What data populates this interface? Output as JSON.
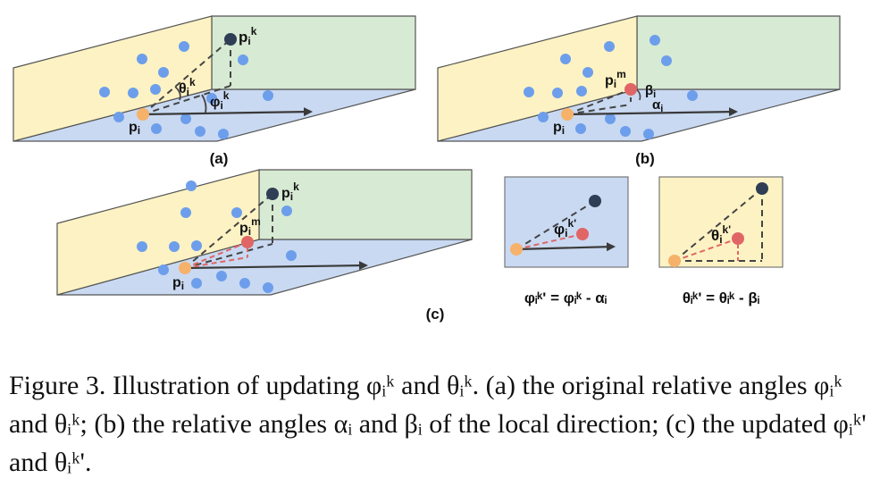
{
  "figure": {
    "panel_a": {
      "label": "(a)",
      "p_i": "p",
      "p_i_sub": "i",
      "p_ik_base": "p",
      "p_ik_sub": "i",
      "p_ik_sup": "k",
      "theta_base": "θ",
      "theta_sub": "i",
      "theta_sup": "k",
      "phi_base": "φ",
      "phi_sub": "i",
      "phi_sup": "k"
    },
    "panel_b": {
      "label": "(b)",
      "p_i": "p",
      "p_i_sub": "i",
      "p_im_base": "p",
      "p_im_sub": "i",
      "p_im_sup": "m",
      "beta_base": "β",
      "beta_sub": "i",
      "alpha_base": "α",
      "alpha_sub": "i"
    },
    "panel_c": {
      "label": "(c)",
      "p_i": "p",
      "p_i_sub": "i",
      "p_ik_base": "p",
      "p_ik_sub": "i",
      "p_ik_sup": "k",
      "p_im_base": "p",
      "p_im_sub": "i",
      "p_im_sup": "m"
    },
    "inset_phi": {
      "angle_base": "φ",
      "angle_sub": "i",
      "angle_sup": "k'",
      "equation": "φᵢᵏ' = φᵢᵏ - αᵢ"
    },
    "inset_theta": {
      "angle_base": "θ",
      "angle_sub": "i",
      "angle_sup": "k'",
      "equation": "θᵢᵏ' = θᵢᵏ - βᵢ"
    },
    "colors": {
      "yellow_plane": "#fdf2c3",
      "green_plane": "#d7ead3",
      "blue_plane": "#c9d9f2",
      "blue_point": "#6d9eeb",
      "orange_point": "#f6b26b",
      "red_point": "#e06666",
      "dark_point": "#2f3e55"
    }
  },
  "caption": {
    "text": "Figure 3. Illustration of updating φᵢᵏ and θᵢᵏ. (a) the original relative angles φᵢᵏ and θᵢᵏ; (b) the relative angles αᵢ and βᵢ of the local direction; (c) the updated φᵢᵏ' and θᵢᵏ'."
  }
}
